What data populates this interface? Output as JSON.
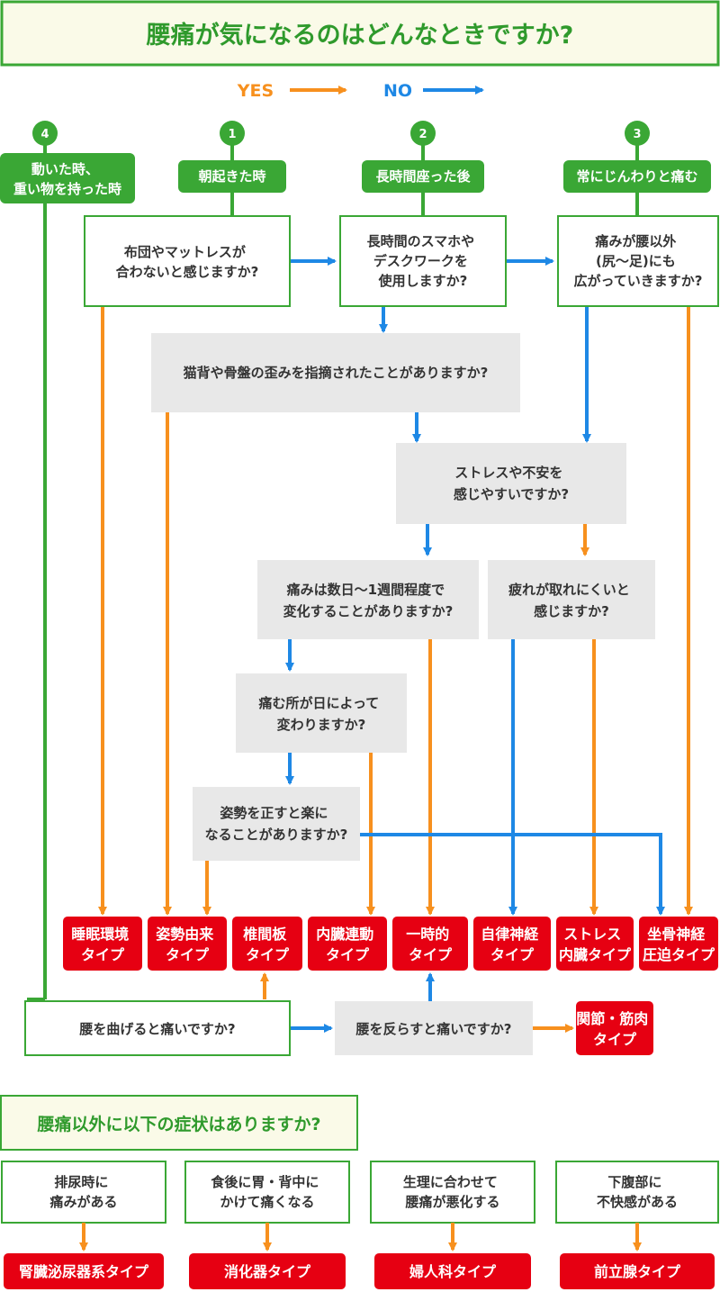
{
  "title": "腰痛が気になるのはどんなときですか?",
  "legend": {
    "yes": "YES",
    "no": "NO"
  },
  "colors": {
    "green": "#3aa735",
    "orange": "#f7901e",
    "blue": "#1e88e5",
    "red": "#e60012",
    "gray": "#e8e8e8",
    "title_bg": "#fafae8"
  },
  "starts": [
    {
      "number": "4",
      "label": [
        "動いた時、",
        "重い物を持った時"
      ]
    },
    {
      "number": "1",
      "label": [
        "朝起きた時"
      ]
    },
    {
      "number": "2",
      "label": [
        "長時間座った後"
      ]
    },
    {
      "number": "3",
      "label": [
        "常にじんわりと痛む"
      ]
    }
  ],
  "questions": {
    "futon": [
      "布団やマットレスが",
      "合わないと感じますか?"
    ],
    "smartphone": [
      "長時間のスマホや",
      "デスクワークを",
      "使用しますか?"
    ],
    "spread": [
      "痛みが腰以外",
      "(尻〜足)にも",
      "広がっていきますか?"
    ],
    "posture": [
      "猫背や骨盤の歪みを指摘されたことがありますか?"
    ],
    "stress": [
      "ストレスや不安を",
      "感じやすいですか?"
    ],
    "days": [
      "痛みは数日〜1週間程度で",
      "変化することがありますか?"
    ],
    "fatigue": [
      "疲れが取れにくいと",
      "感じますか?"
    ],
    "place": [
      "痛む所が日によって",
      "変わりますか?"
    ],
    "correct": [
      "姿勢を正すと楽に",
      "なることがありますか?"
    ],
    "bend": [
      "腰を曲げると痛いですか?"
    ],
    "arch": [
      "腰を反らすと痛いですか?"
    ]
  },
  "results": {
    "sleep": [
      "睡眠環境",
      "タイプ"
    ],
    "posture": [
      "姿勢由来",
      "タイプ"
    ],
    "disc": [
      "椎間板",
      "タイプ"
    ],
    "organ": [
      "内臓連動",
      "タイプ"
    ],
    "temporary": [
      "一時的",
      "タイプ"
    ],
    "autonomic": [
      "自律神経",
      "タイプ"
    ],
    "stress_organ": [
      "ストレス",
      "内臓タイプ"
    ],
    "sciatic": [
      "坐骨神経",
      "圧迫タイプ"
    ],
    "joint": [
      "関節・筋肉",
      "タイプ"
    ]
  },
  "other": {
    "title": "腰痛以外に以下の症状はありますか?",
    "symptoms": [
      {
        "text": [
          "排尿時に",
          "痛みがある"
        ],
        "result": "腎臓泌尿器系タイプ"
      },
      {
        "text": [
          "食後に胃・背中に",
          "かけて痛くなる"
        ],
        "result": "消化器タイプ"
      },
      {
        "text": [
          "生理に合わせて",
          "腰痛が悪化する"
        ],
        "result": "婦人科タイプ"
      },
      {
        "text": [
          "下腹部に",
          "不快感がある"
        ],
        "result": "前立腺タイプ"
      }
    ]
  }
}
